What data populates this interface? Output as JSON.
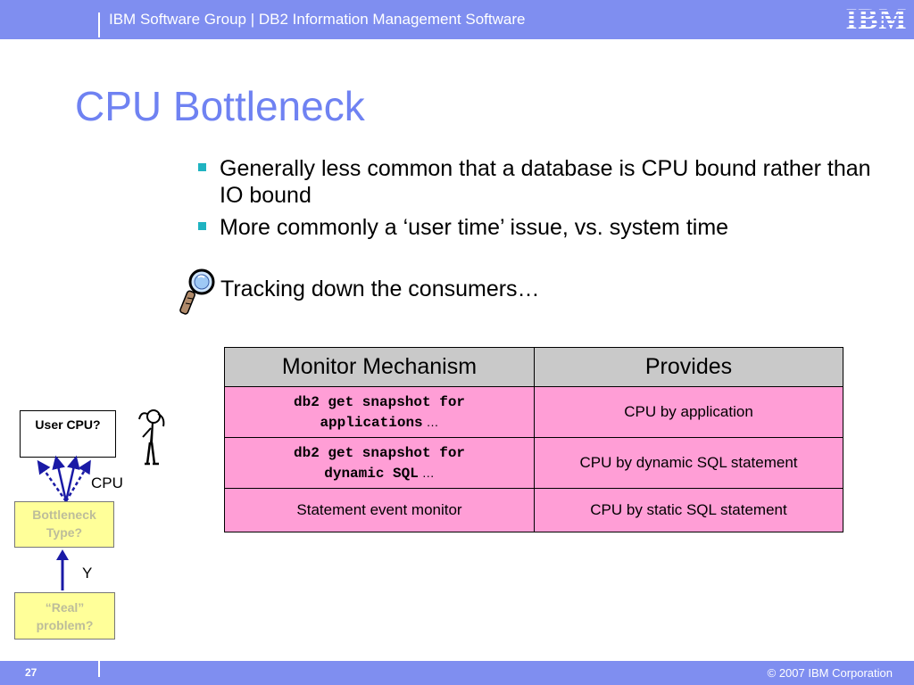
{
  "header": {
    "title": "IBM Software Group  |  DB2 Information Management Software",
    "logo_text": "IBM",
    "bar_color": "#7f8ef0"
  },
  "slide": {
    "title": "CPU Bottleneck",
    "bullets": [
      "Generally less common that a database is CPU bound rather than IO bound",
      "More commonly a ‘user time’ issue, vs. system time"
    ],
    "tracking_text": "Tracking down the consumers…",
    "bullet_color": "#1fb3c1",
    "title_color": "#6f82f2"
  },
  "table": {
    "headers": [
      "Monitor Mechanism",
      "Provides"
    ],
    "rows": [
      {
        "mech_code_1": "db2 get snapshot for",
        "mech_code_2": "applications",
        "mech_suffix": " …",
        "provides": "CPU by application"
      },
      {
        "mech_code_1": "db2 get snapshot for",
        "mech_code_2": "dynamic SQL",
        "mech_suffix": " …",
        "provides": "CPU by dynamic SQL statement"
      },
      {
        "mech": "Statement event monitor",
        "provides": "CPU by static SQL statement"
      }
    ],
    "header_bg": "#c9c9c9",
    "row_bg": "#ff9ed6"
  },
  "flow": {
    "user_cpu": "User CPU?",
    "cpu_label": "CPU",
    "bottleneck_line1": "Bottleneck",
    "bottleneck_line2": "Type?",
    "y_label": "Y",
    "real_line1": "“Real”",
    "real_line2": "problem?"
  },
  "footer": {
    "page": "27",
    "copyright": "© 2007 IBM Corporation"
  }
}
